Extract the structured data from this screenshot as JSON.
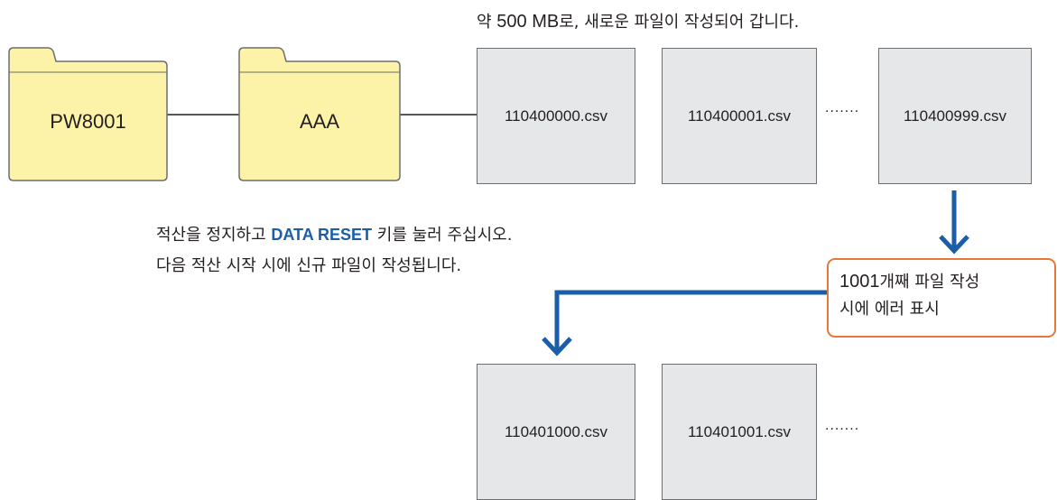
{
  "header_note": {
    "prefix": "약 ",
    "size": "500 MB",
    "suffix": "로, 새로운 파일이 작성되어 갑니다."
  },
  "folders": [
    {
      "label": "PW8001"
    },
    {
      "label": "AAA"
    }
  ],
  "files_row1": [
    "110400000.csv",
    "110400001.csv",
    "110400999.csv"
  ],
  "files_row2": [
    "110401000.csv",
    "110401001.csv"
  ],
  "ellipsis": "·······",
  "callout": {
    "count": "1001",
    "line1_rest": "개째 파일 작성",
    "line2": "시에 에러 표시"
  },
  "instruction": {
    "line1_before": "적산을 정지하고 ",
    "key_label": "DATA RESET",
    "line1_after": " 키를 눌러 주십시오.",
    "line2": "다음 적산 시작 시에 신규 파일이 작성됩니다."
  },
  "colors": {
    "folder_fill": "#fdf3a8",
    "folder_stroke": "#6d6e71",
    "file_fill": "#e6e7e8",
    "arrow": "#1a5ea8",
    "callout_border": "#e8773a",
    "key_text": "#1a5ea8"
  }
}
